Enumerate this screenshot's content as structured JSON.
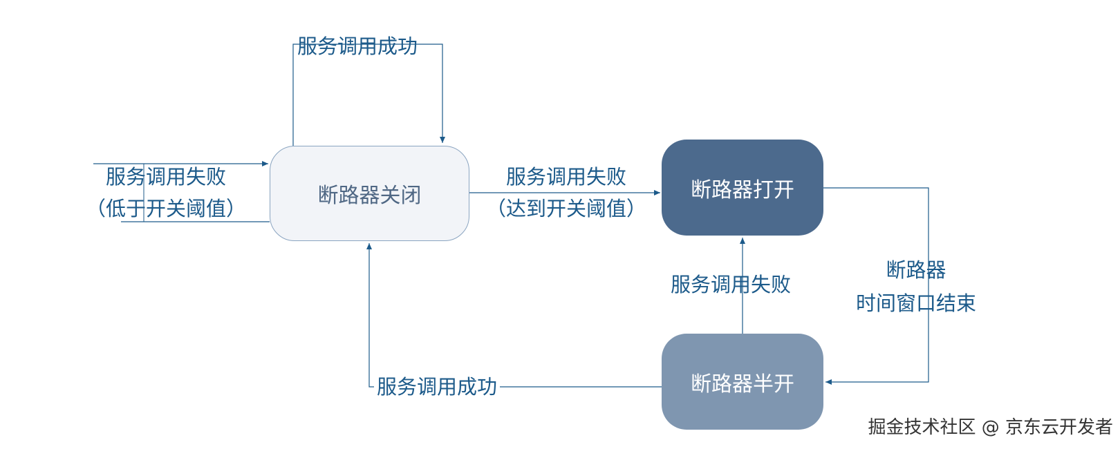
{
  "nodes": {
    "closed": "断路器关闭",
    "open": "断路器打开",
    "half_open": "断路器半开"
  },
  "edges": {
    "closed_self_loop": "服务调用成功",
    "into_closed_line1": "服务调用失败",
    "into_closed_line2": "（低于开关阈值）",
    "closed_to_open_line1": "服务调用失败",
    "closed_to_open_line2": "（达到开关阈值）",
    "half_to_open": "服务调用失败",
    "open_to_half_line1": "断路器",
    "open_to_half_line2": "时间窗口结束",
    "half_to_closed": "服务调用成功"
  },
  "watermark": "掘金技术社区 @ 京东云开发者",
  "colors": {
    "edge": "#1c5a8a",
    "closed_fill": "#f2f4f8",
    "open_fill": "#4c6a8d",
    "half_fill": "#7f96b0"
  }
}
